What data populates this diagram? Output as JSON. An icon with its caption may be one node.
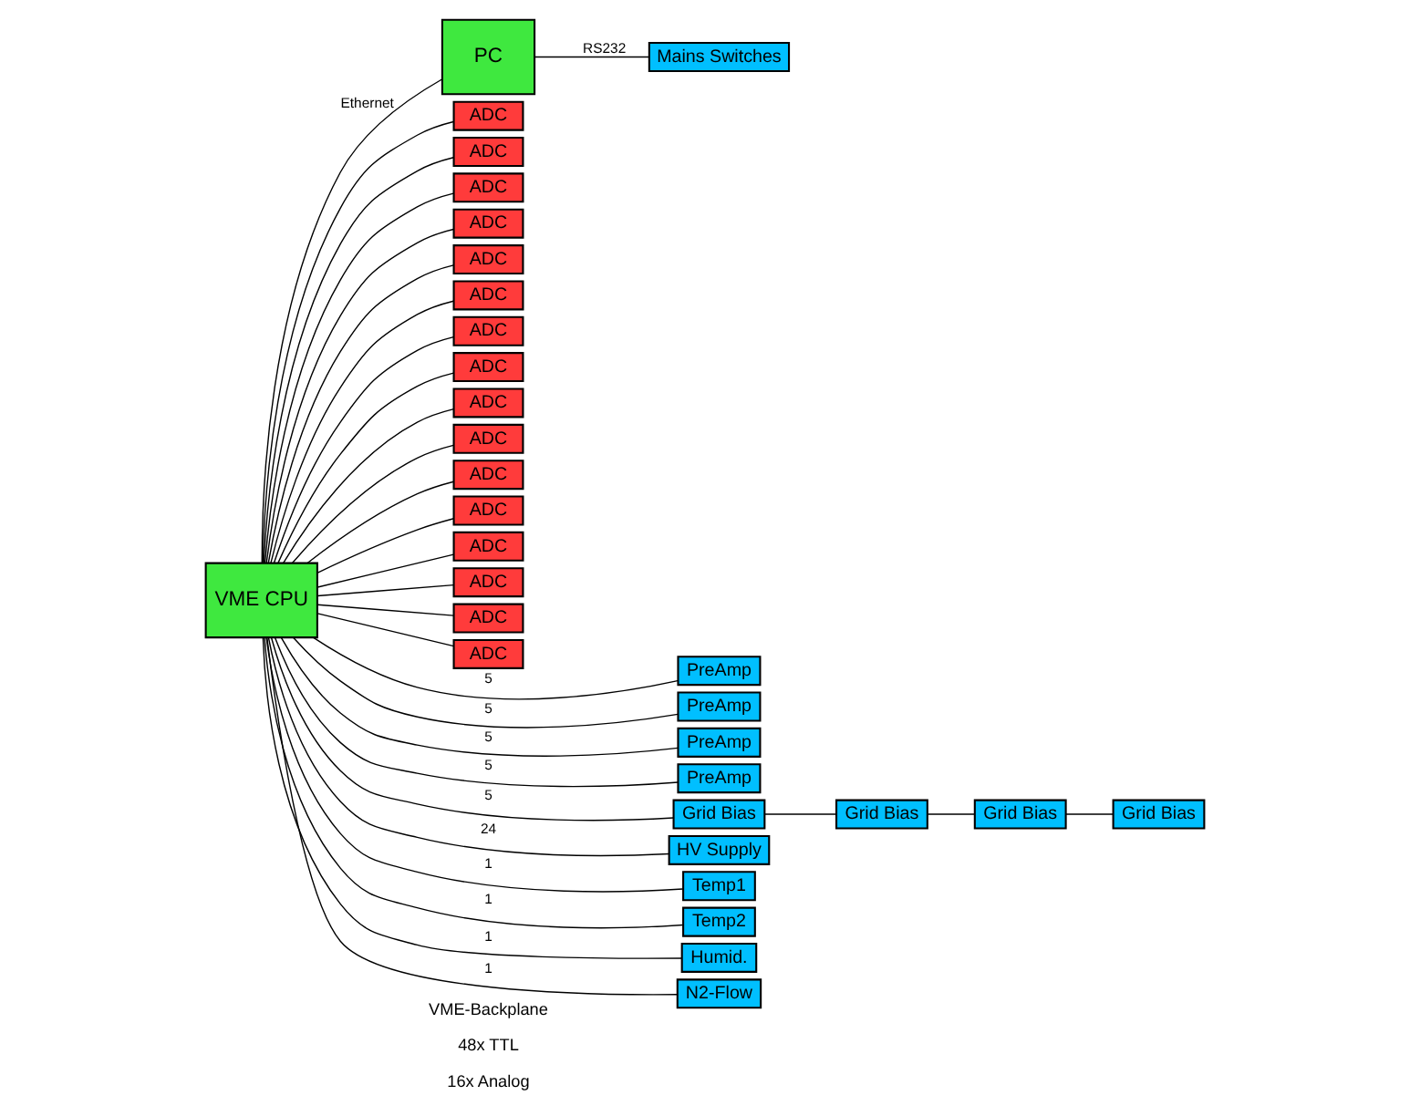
{
  "diagram": {
    "nodes": [
      {
        "text": [
          "PC"
        ]
      },
      {
        "text": [
          "Mains Switches"
        ]
      },
      {
        "text": [
          "VME CPU"
        ]
      },
      {
        "text": [
          "ADC"
        ]
      },
      {
        "text": [
          "ADC"
        ]
      },
      {
        "text": [
          "ADC"
        ]
      },
      {
        "text": [
          "ADC"
        ]
      },
      {
        "text": [
          "ADC"
        ]
      },
      {
        "text": [
          "ADC"
        ]
      },
      {
        "text": [
          "ADC"
        ]
      },
      {
        "text": [
          "ADC"
        ]
      },
      {
        "text": [
          "ADC"
        ]
      },
      {
        "text": [
          "ADC"
        ]
      },
      {
        "text": [
          "ADC"
        ]
      },
      {
        "text": [
          "ADC"
        ]
      },
      {
        "text": [
          "ADC"
        ]
      },
      {
        "text": [
          "ADC"
        ]
      },
      {
        "text": [
          "ADC"
        ]
      },
      {
        "text": [
          "ADC"
        ]
      },
      {
        "text": [
          "PreAmp"
        ]
      },
      {
        "text": [
          "PreAmp"
        ]
      },
      {
        "text": [
          "PreAmp"
        ]
      },
      {
        "text": [
          "PreAmp"
        ]
      },
      {
        "text": [
          "Grid Bias"
        ]
      },
      {
        "text": [
          "Grid Bias"
        ]
      },
      {
        "text": [
          "Grid Bias"
        ]
      },
      {
        "text": [
          "Grid Bias"
        ]
      },
      {
        "text": [
          "HV Supply"
        ]
      },
      {
        "text": [
          "Temp1"
        ]
      },
      {
        "text": [
          "Temp2"
        ]
      },
      {
        "text": [
          "Humid."
        ]
      },
      {
        "text": [
          "N2-Flow"
        ]
      }
    ],
    "edges": [
      {
        "from": 2,
        "to": 0,
        "arrow": "none",
        "label": "Ethernet"
      },
      {
        "from": 0,
        "to": 1,
        "arrow": "none",
        "label": "RS232"
      },
      {
        "from": 2,
        "to": 3,
        "arrow": "none"
      },
      {
        "from": 2,
        "to": 4,
        "arrow": "none"
      },
      {
        "from": 2,
        "to": 5,
        "arrow": "none"
      },
      {
        "from": 2,
        "to": 6,
        "arrow": "none"
      },
      {
        "from": 2,
        "to": 7,
        "arrow": "none"
      },
      {
        "from": 2,
        "to": 8,
        "arrow": "none"
      },
      {
        "from": 2,
        "to": 9,
        "arrow": "none"
      },
      {
        "from": 2,
        "to": 10,
        "arrow": "none"
      },
      {
        "from": 2,
        "to": 11,
        "arrow": "none"
      },
      {
        "from": 2,
        "to": 12,
        "arrow": "none"
      },
      {
        "from": 2,
        "to": 13,
        "arrow": "none"
      },
      {
        "from": 2,
        "to": 14,
        "arrow": "none"
      },
      {
        "from": 2,
        "to": 15,
        "arrow": "none"
      },
      {
        "from": 2,
        "to": 16,
        "arrow": "none"
      },
      {
        "from": 2,
        "to": 17,
        "arrow": "none"
      },
      {
        "from": 2,
        "to": 18,
        "arrow": "none"
      },
      {
        "from": 2,
        "to": 19,
        "arrow": "none",
        "label": "5"
      },
      {
        "from": 2,
        "to": 20,
        "arrow": "none",
        "label": "5"
      },
      {
        "from": 2,
        "to": 21,
        "arrow": "none",
        "label": "5"
      },
      {
        "from": 2,
        "to": 22,
        "arrow": "none",
        "label": "5"
      },
      {
        "from": 2,
        "to": 23,
        "arrow": "none",
        "label": "5"
      },
      {
        "from": 23,
        "to": 24,
        "arrow": "none"
      },
      {
        "from": 24,
        "to": 25,
        "arrow": "none"
      },
      {
        "from": 25,
        "to": 26,
        "arrow": "none"
      },
      {
        "from": 2,
        "to": 27,
        "arrow": "none",
        "label": "24"
      },
      {
        "from": 2,
        "to": 28,
        "arrow": "none",
        "label": "1"
      },
      {
        "from": 2,
        "to": 29,
        "arrow": "none",
        "label": "1"
      },
      {
        "from": 2,
        "to": 30,
        "arrow": "none",
        "label": "1"
      },
      {
        "from": 2,
        "to": 31,
        "arrow": "none",
        "label": "1"
      }
    ],
    "labels": [
      "VME-Backplane",
      "48x TTL",
      "16x Analog"
    ]
  }
}
